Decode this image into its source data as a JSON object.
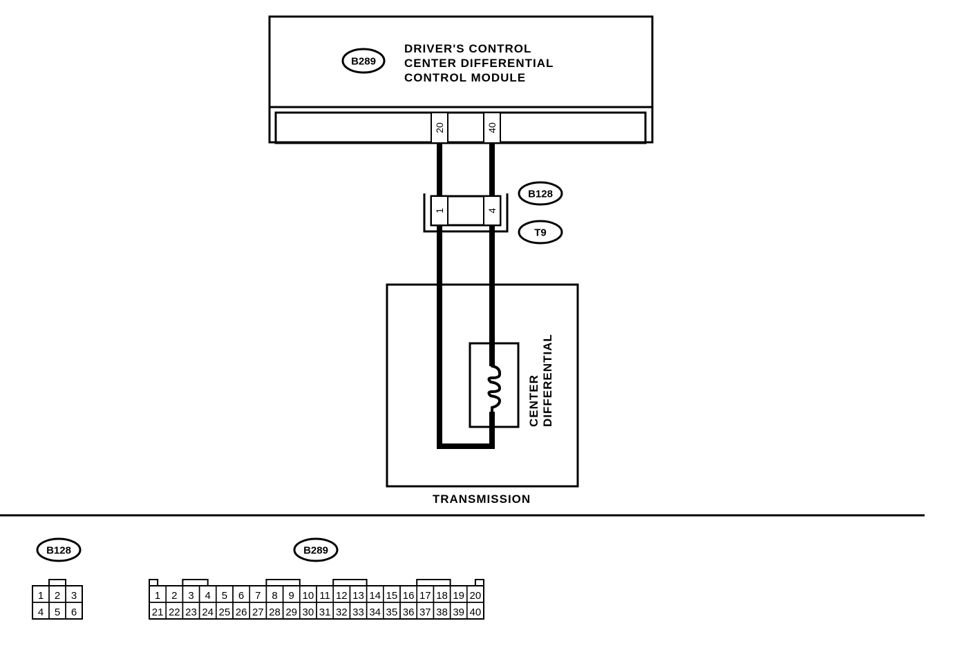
{
  "module": {
    "id_badge": "B289",
    "title_lines": [
      "DRIVER'S CONTROL",
      "CENTER DIFFERENTIAL",
      "CONTROL MODULE"
    ],
    "pin_left": "20",
    "pin_right": "40"
  },
  "connector_mid": {
    "badge_top": "B128",
    "badge_bottom": "T9",
    "pin_left": "1",
    "pin_right": "4"
  },
  "transmission": {
    "label": "TRANSMISSION",
    "component_lines": [
      "CENTER",
      "DIFFERENTIAL"
    ]
  },
  "legend": {
    "b128": {
      "badge": "B128",
      "rows": [
        [
          "1",
          "2",
          "3"
        ],
        [
          "4",
          "5",
          "6"
        ]
      ]
    },
    "b289": {
      "badge": "B289",
      "rows": [
        [
          "1",
          "2",
          "3",
          "4",
          "5",
          "6",
          "7",
          "8",
          "9",
          "10",
          "11",
          "12",
          "13",
          "14",
          "15",
          "16",
          "17",
          "18",
          "19",
          "20"
        ],
        [
          "21",
          "22",
          "23",
          "24",
          "25",
          "26",
          "27",
          "28",
          "29",
          "30",
          "31",
          "32",
          "33",
          "34",
          "35",
          "36",
          "37",
          "38",
          "39",
          "40"
        ]
      ]
    }
  }
}
